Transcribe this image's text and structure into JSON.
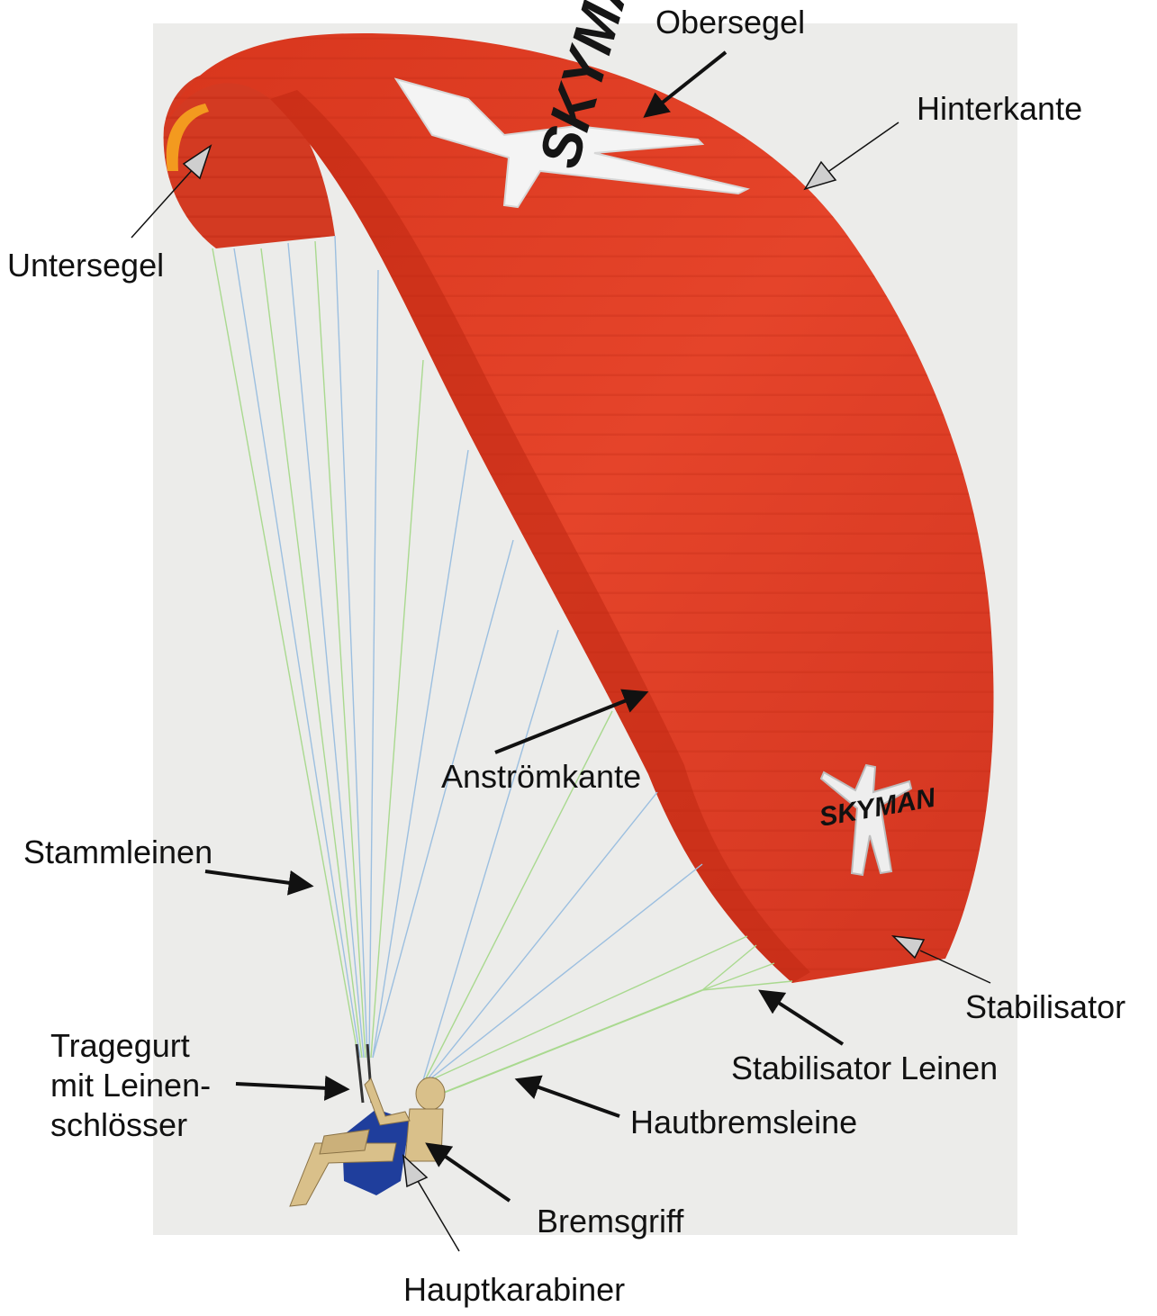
{
  "diagram": {
    "labels": {
      "obersegel": "Obersegel",
      "hinterkante": "Hinterkante",
      "untersegel": "Untersegel",
      "anstroemkante": "Anströmkante",
      "stammleinen": "Stammleinen",
      "stabilisator": "Stabilisator",
      "stabilisator_leinen": "Stabilisator Leinen",
      "tragegurt_line1": "Tragegurt",
      "tragegurt_line2": "mit Leinen-",
      "tragegurt_line3": "schlösser",
      "hautbremsleine": "Hautbremsleine",
      "bremsgriff": "Bremsgriff",
      "hauptkarabiner": "Hauptkarabiner"
    },
    "glider_brand": "SKYMAN",
    "colors": {
      "background": "#ececea",
      "canopy": "#e43d22",
      "canopy_shadow": "#c92a16",
      "wingtip_accent": "#f39a1f",
      "harness": "#1f3e9c",
      "pilot": "#d9c08a",
      "line_green": "#a9d98f",
      "line_blue": "#9cbfe0",
      "arrow_black": "#111111",
      "arrow_grey": "#bdbdbd"
    }
  }
}
